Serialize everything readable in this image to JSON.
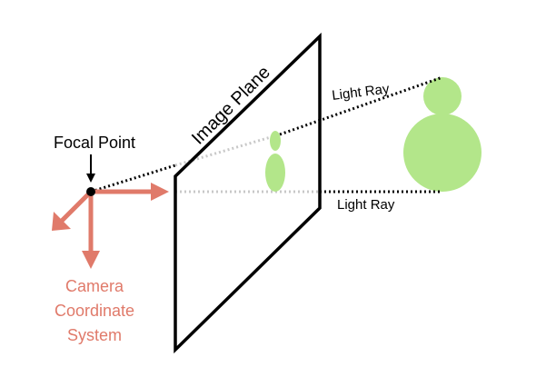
{
  "labels": {
    "focal_point": "Focal Point",
    "image_plane": "Image Plane",
    "light_ray_top": "Light Ray",
    "light_ray_bottom": "Light Ray",
    "camera_line1": "Camera",
    "camera_line2": "Coordinate",
    "camera_line3": "System"
  },
  "colors": {
    "axis": "#e07a6a",
    "object_fill": "#b3e68a",
    "ray_solid": "#000000",
    "ray_faded": "#c8c8c8",
    "plane_stroke": "#000000",
    "camera_text": "#e07a6a"
  }
}
